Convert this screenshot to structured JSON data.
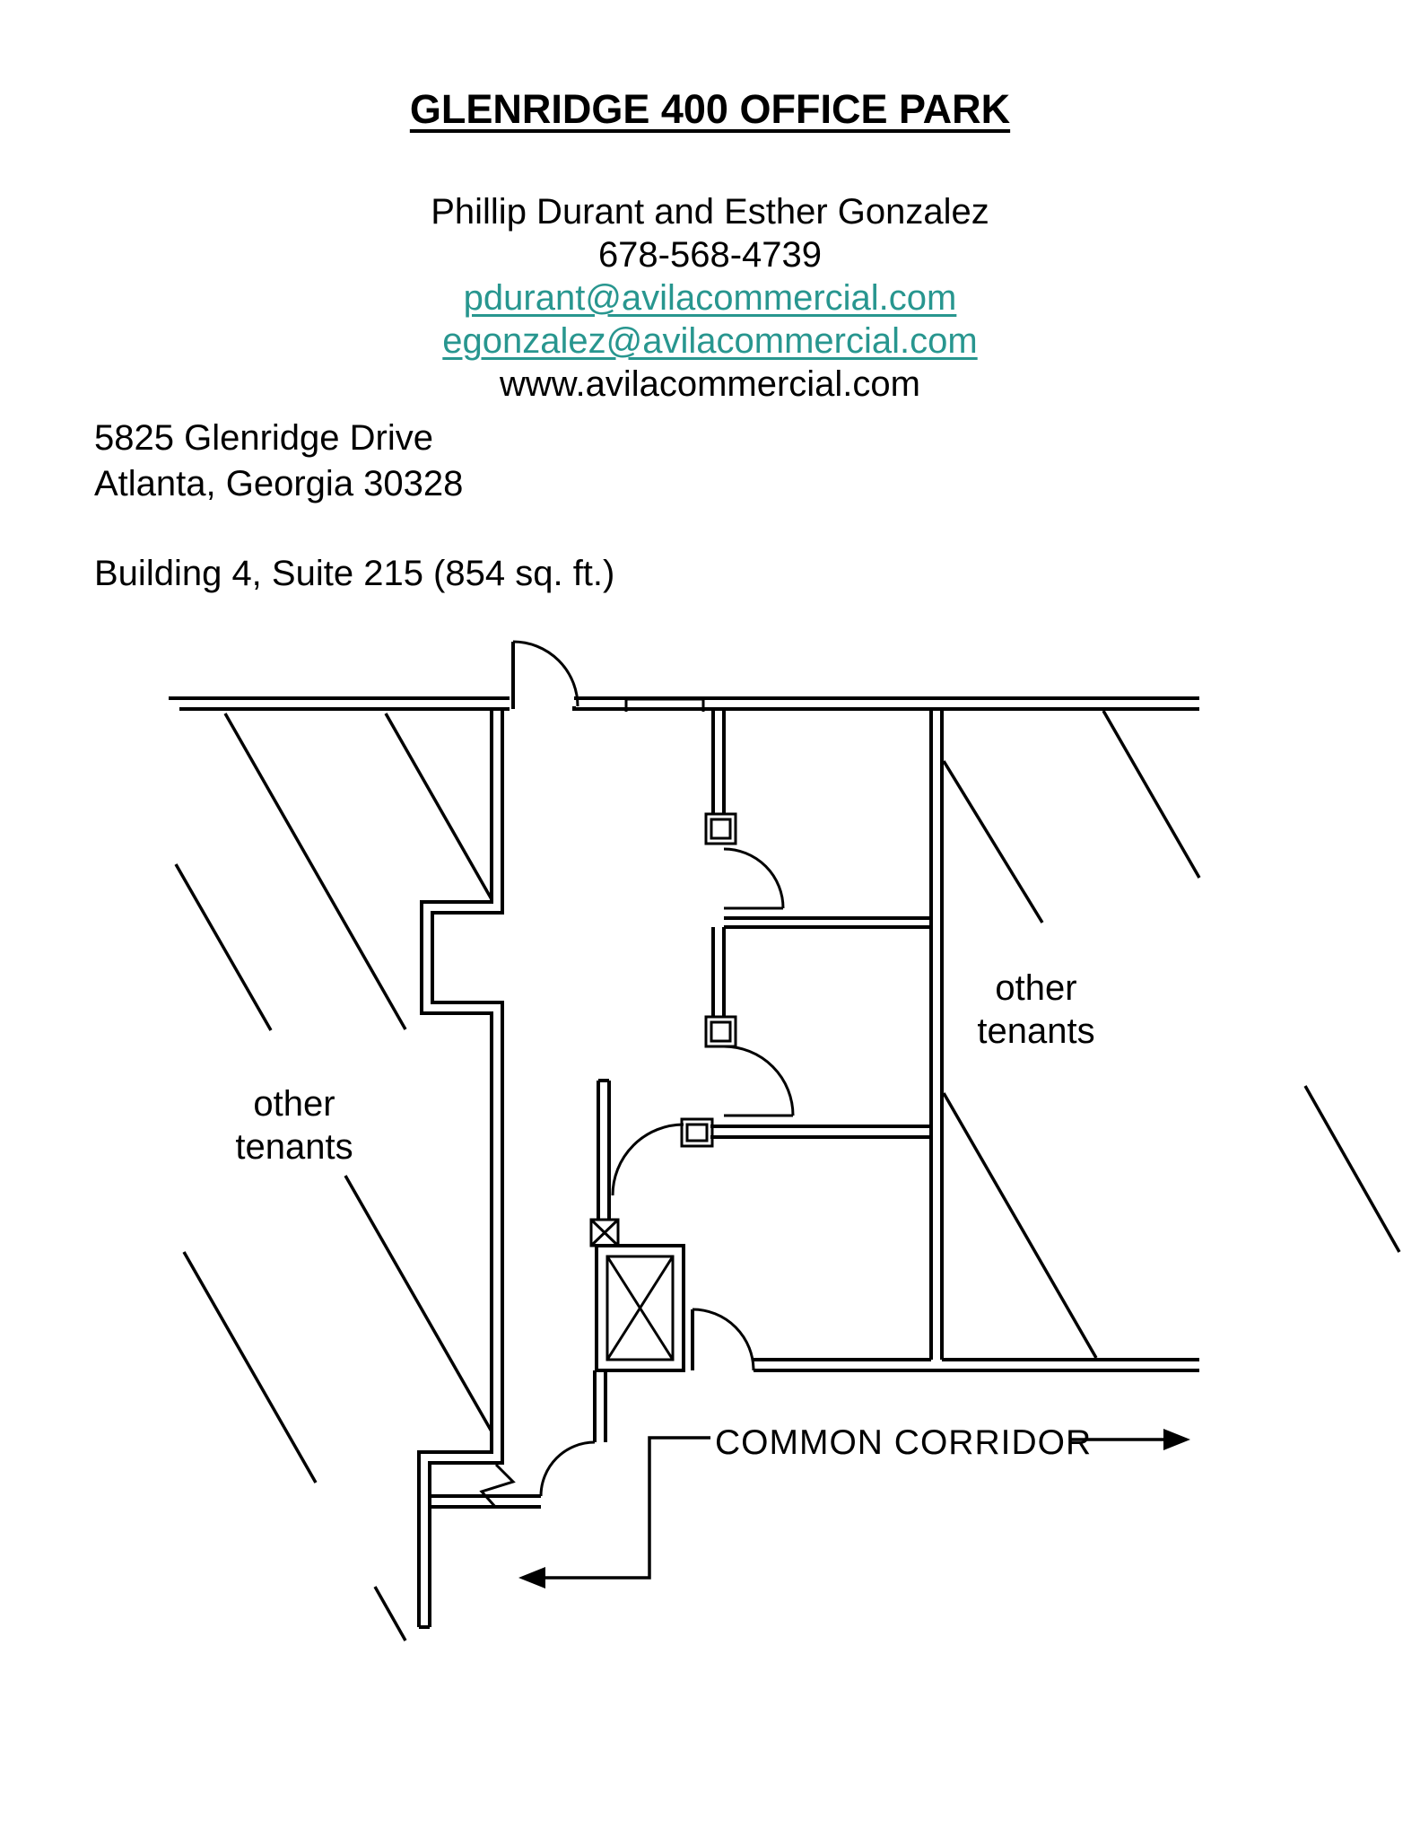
{
  "page": {
    "title": "GLENRIDGE 400 OFFICE PARK",
    "contacts": {
      "names": "Phillip Durant and Esther Gonzalez",
      "phone": "678-568-4739",
      "email1": "pdurant@avilacommercial.com",
      "email2": "egonzalez@avilacommercial.com",
      "website": "www.avilacommercial.com"
    },
    "address": {
      "line1": "5825 Glenridge Drive",
      "line2": "Atlanta, Georgia 30328"
    },
    "unit": "Building 4, Suite 215 (854 sq. ft.)"
  },
  "floor_plan": {
    "left_area_label": [
      "other",
      "tenants"
    ],
    "right_area_label": [
      "other",
      "tenants"
    ],
    "corridor_label": "COMMON CORRIDOR"
  },
  "colors": {
    "link_teal": "#28968F",
    "ink": "#000000",
    "paper": "#FFFFFF"
  }
}
